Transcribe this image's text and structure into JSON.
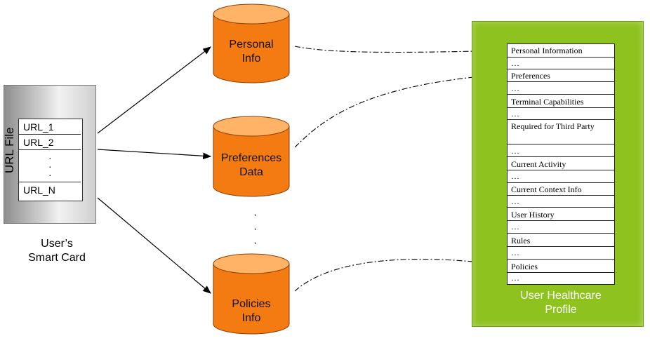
{
  "card": {
    "file_label": "URL File",
    "urls": [
      "URL_1",
      "URL_2",
      "URL_N"
    ],
    "caption_line1": "User’s",
    "caption_line2": "Smart Card"
  },
  "databases": [
    {
      "line1": "Personal",
      "line2": "Info"
    },
    {
      "line1": "Preferences",
      "line2": "Data"
    },
    {
      "line1": "Policies",
      "line2": "Info"
    }
  ],
  "profile": {
    "items": [
      "Personal Information",
      "…",
      "Preferences",
      "…",
      "Terminal Capabilities",
      "…",
      "Required for Third Party",
      "…",
      "Current Activity",
      "…",
      "Current Context Info",
      "…",
      "User History",
      "…",
      "Rules",
      "…",
      "Policies",
      "…"
    ],
    "caption_line1": "User Healthcare",
    "caption_line2": "Profile"
  },
  "colors": {
    "cylinder_fill": "#f47a12",
    "cylinder_top": "#ffb366",
    "profile_green": "#8ec21e",
    "arrow": "#000000"
  }
}
